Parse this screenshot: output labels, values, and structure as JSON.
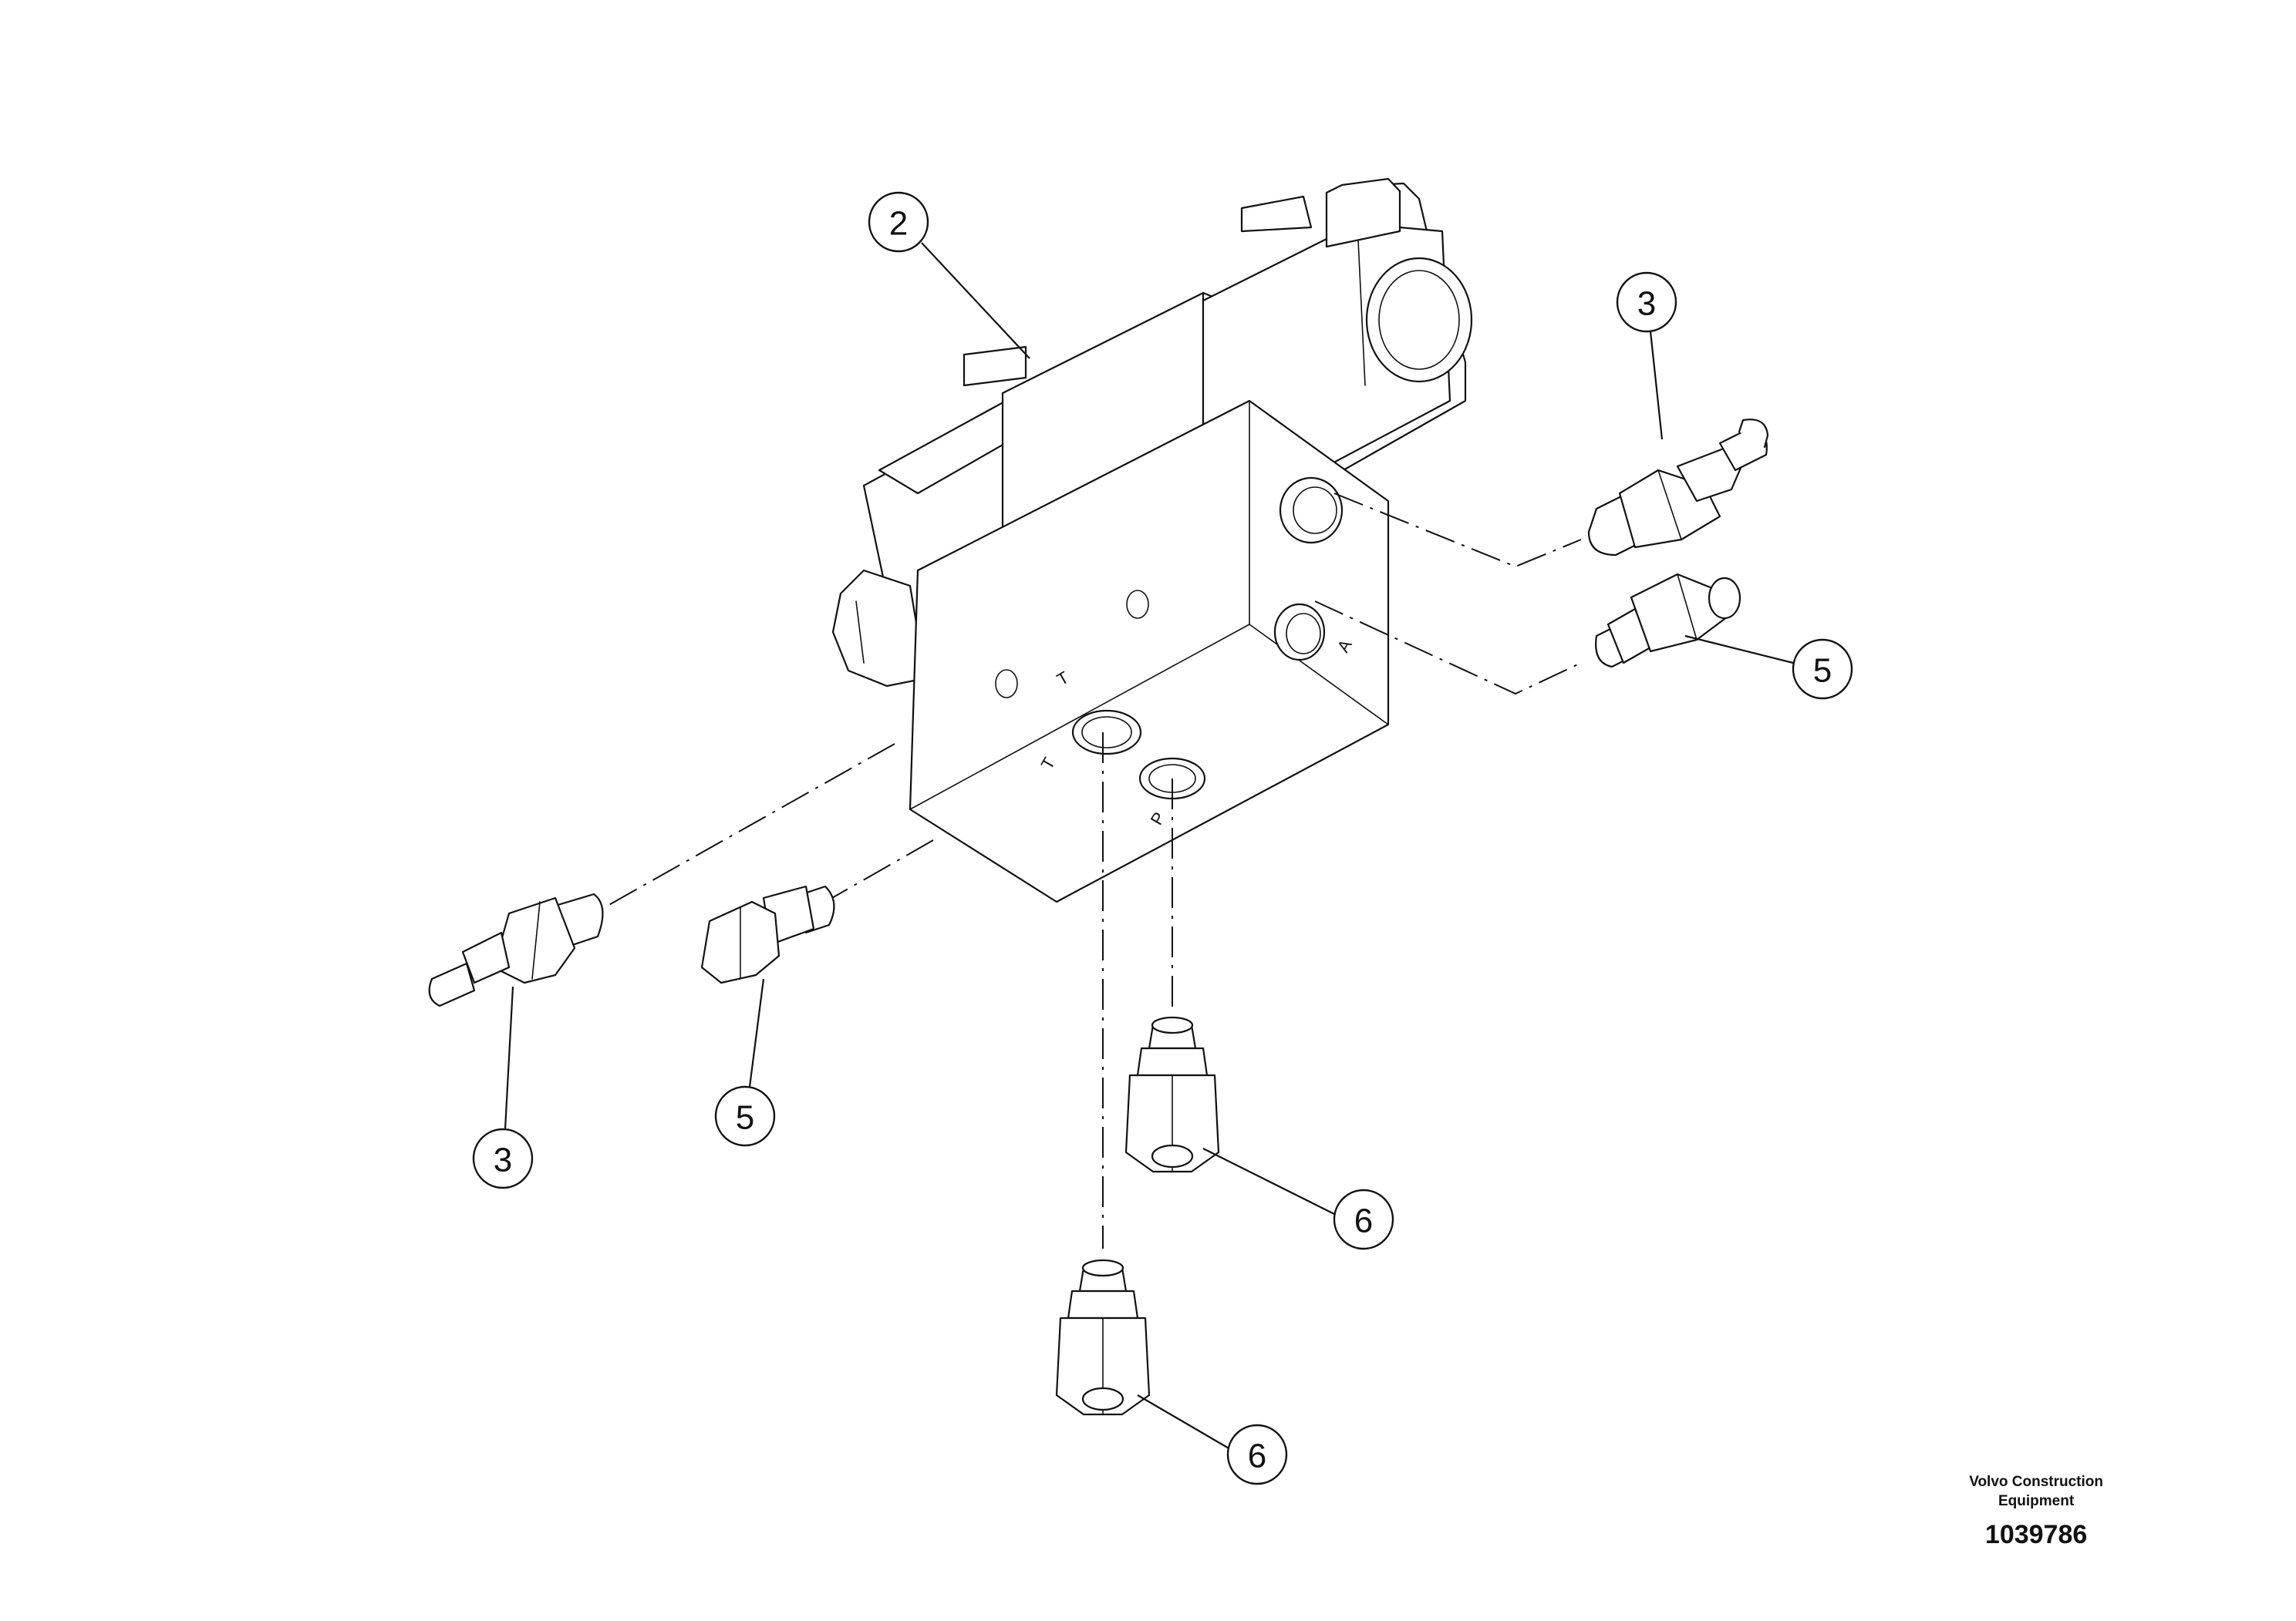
{
  "diagram": {
    "callouts": [
      {
        "id": "valve",
        "number": "2"
      },
      {
        "id": "connector-top-right",
        "number": "3"
      },
      {
        "id": "connector-bottom-left",
        "number": "3"
      },
      {
        "id": "nipple-right",
        "number": "5"
      },
      {
        "id": "nipple-left",
        "number": "5"
      },
      {
        "id": "fitting-upper",
        "number": "6"
      },
      {
        "id": "fitting-lower",
        "number": "6"
      }
    ],
    "port_marks": [
      "T",
      "P",
      "A"
    ]
  },
  "title_block": {
    "company_line1": "Volvo Construction",
    "company_line2": "Equipment",
    "drawing_number": "1039786"
  }
}
